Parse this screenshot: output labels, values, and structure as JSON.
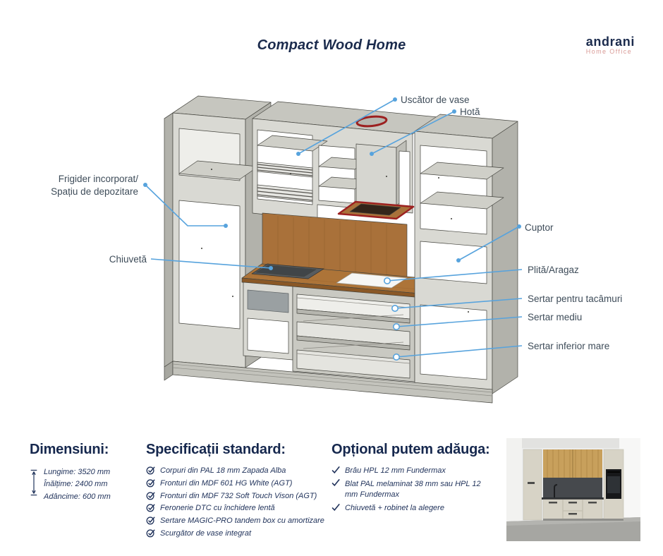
{
  "header": {
    "title": "Compact Wood Home",
    "brand": {
      "name": "andrani",
      "tagline": "Home Office"
    }
  },
  "diagram": {
    "callouts": {
      "dish_dryer": "Uscător de vase",
      "hood": "Hotă",
      "fridge_line1": "Frigider incorporat/",
      "fridge_line2": "Spațiu de depozitare",
      "sink": "Chiuvetă",
      "oven": "Cuptor",
      "cooktop": "Plită/Aragaz",
      "cutlery_drawer": "Sertar pentru tacâmuri",
      "middle_drawer": "Sertar mediu",
      "bottom_drawer": "Sertar inferior mare"
    }
  },
  "dimensions": {
    "heading": "Dimensiuni:",
    "items": [
      "Lungime: 3520 mm",
      "Înălțime: 2400 mm",
      "Adâncime: 600 mm"
    ]
  },
  "specs": {
    "heading": "Specificații standard:",
    "items": [
      "Corpuri din PAL 18 mm Zapada Alba",
      "Fronturi din MDF 601 HG White (AGT)",
      "Fronturi din MDF 732 Soft Touch Vison (AGT)",
      "Feronerie DTC cu închidere lentă",
      "Sertare MAGIC-PRO tandem box cu amortizare",
      "Scurgător de vase integrat"
    ]
  },
  "optional": {
    "heading": "Opțional putem adăuga:",
    "items": [
      "Brâu HPL 12 mm Fundermax",
      "Blat PAL melaminat 38 mm sau HPL 12 mm Fundermax",
      "Chiuvetă + robinet la alegere"
    ]
  },
  "colors": {
    "accent_blue": "#57a3dd",
    "navy": "#1b2b4d",
    "label_gray": "#3e4c59",
    "wood": "#a9713a",
    "accent_red": "#9c2020",
    "logo_tagline": "#d99b97",
    "cabinet_gray": "#d9d9d3"
  }
}
